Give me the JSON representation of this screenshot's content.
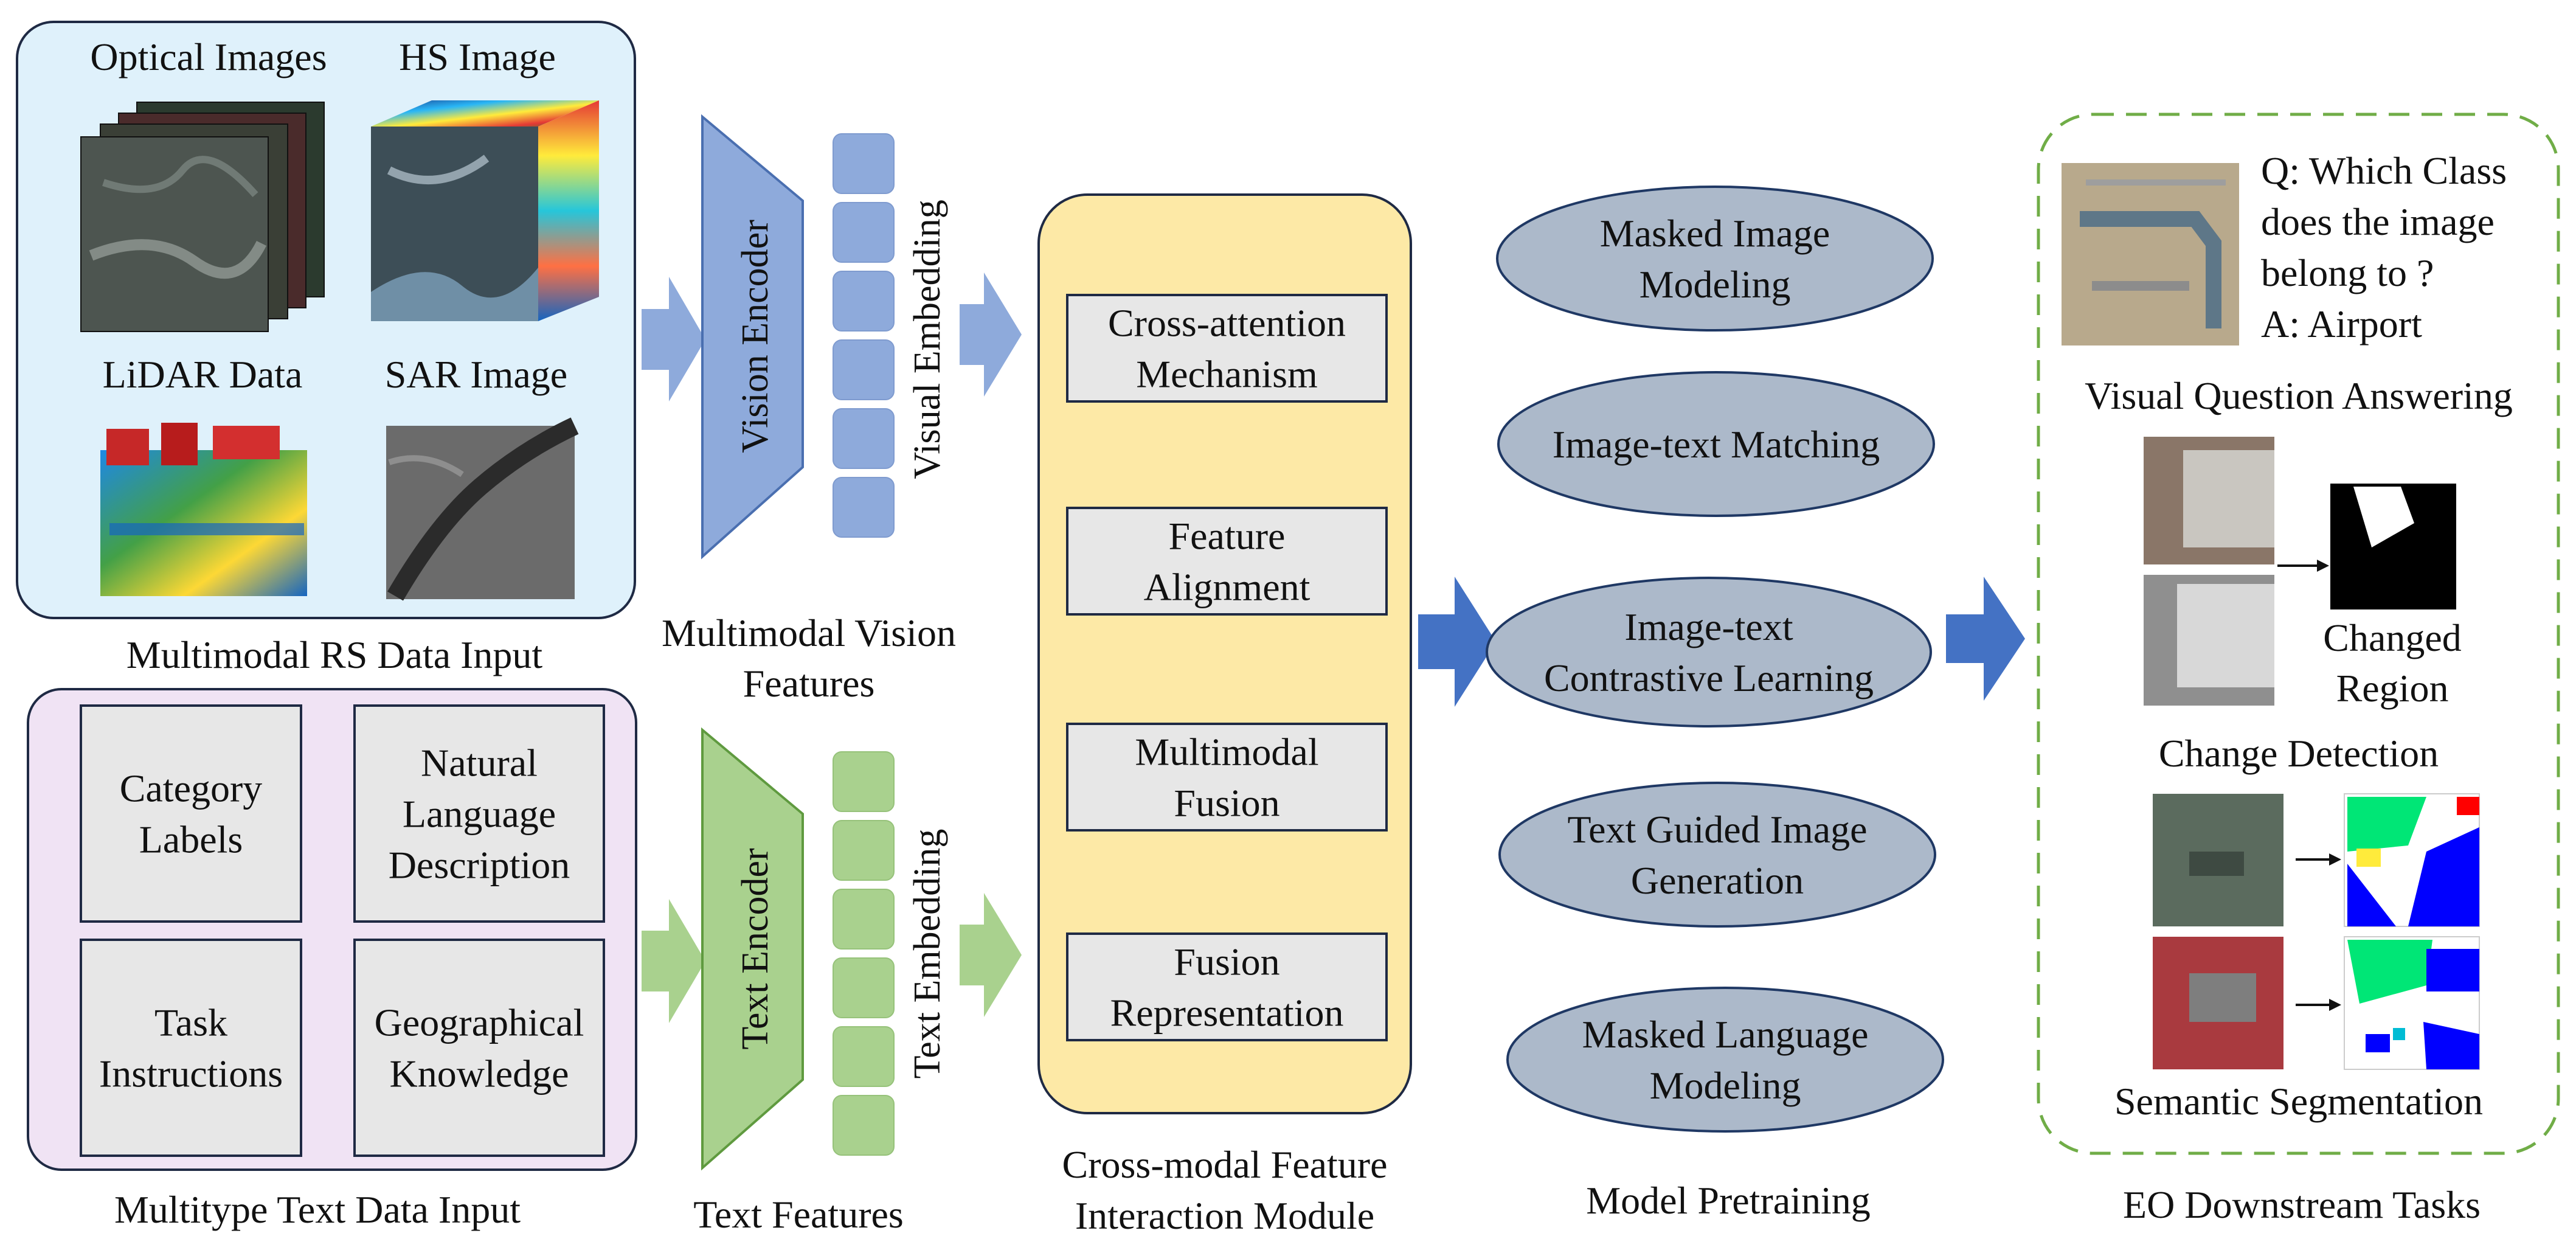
{
  "input": {
    "rs_panel": {
      "caption": "Multimodal RS Data Input",
      "optical_label": "Optical Images",
      "hs_label": "HS Image",
      "lidar_label": "LiDAR Data",
      "sar_label": "SAR Image"
    },
    "text_panel": {
      "caption": "Multitype Text Data Input",
      "boxes": [
        [
          "Category",
          "Labels"
        ],
        [
          "Natural",
          "Language",
          "Description"
        ],
        [
          "Task",
          "Instructions"
        ],
        [
          "Geographical",
          "Knowledge"
        ]
      ]
    }
  },
  "encoders": {
    "vision_encoder": "Vision Encoder",
    "text_encoder": "Text Encoder",
    "visual_embedding": "Visual Embedding",
    "text_embedding": "Text Embedding",
    "vision_caption": [
      "Multimodal Vision",
      "Features"
    ],
    "text_caption": "Text Features"
  },
  "interaction": {
    "caption": [
      "Cross-modal Feature",
      "Interaction Module"
    ],
    "boxes": [
      [
        "Cross-attention",
        "Mechanism"
      ],
      [
        "Feature",
        "Alignment"
      ],
      [
        "Multimodal",
        "Fusion"
      ],
      [
        "Fusion",
        "Representation"
      ]
    ]
  },
  "pretraining": {
    "caption": "Model Pretraining",
    "tasks": [
      [
        "Masked Image",
        "Modeling"
      ],
      [
        "Image-text Matching"
      ],
      [
        "Image-text",
        "Contrastive Learning"
      ],
      [
        "Text Guided Image",
        "Generation"
      ],
      [
        "Masked Language",
        "Modeling"
      ]
    ]
  },
  "downstream": {
    "caption": "EO Downstream Tasks",
    "vqa_question": [
      "Q: Which Class",
      "does the image",
      "belong to ?"
    ],
    "vqa_answer": "A: Airport",
    "vqa_title": "Visual Question Answering",
    "changed_region": [
      "Changed",
      "Region"
    ],
    "change_title": "Change Detection",
    "seg_title": "Semantic Segmentation"
  },
  "colors": {
    "rs_panel_fill": "#dff1fb",
    "text_panel_fill": "#f0e3f4",
    "vision_blue": "#8eaadb",
    "vision_border": "#4a6fb0",
    "text_green": "#a9d18e",
    "text_border": "#5f9a3f",
    "module_fill": "#fde9a6",
    "ellipse_fill": "#acb9ca",
    "ellipse_border": "#1f3864",
    "big_arrow": "#4472c4",
    "downstream_border": "#70ad47",
    "box_fill": "#e7e7e7"
  }
}
